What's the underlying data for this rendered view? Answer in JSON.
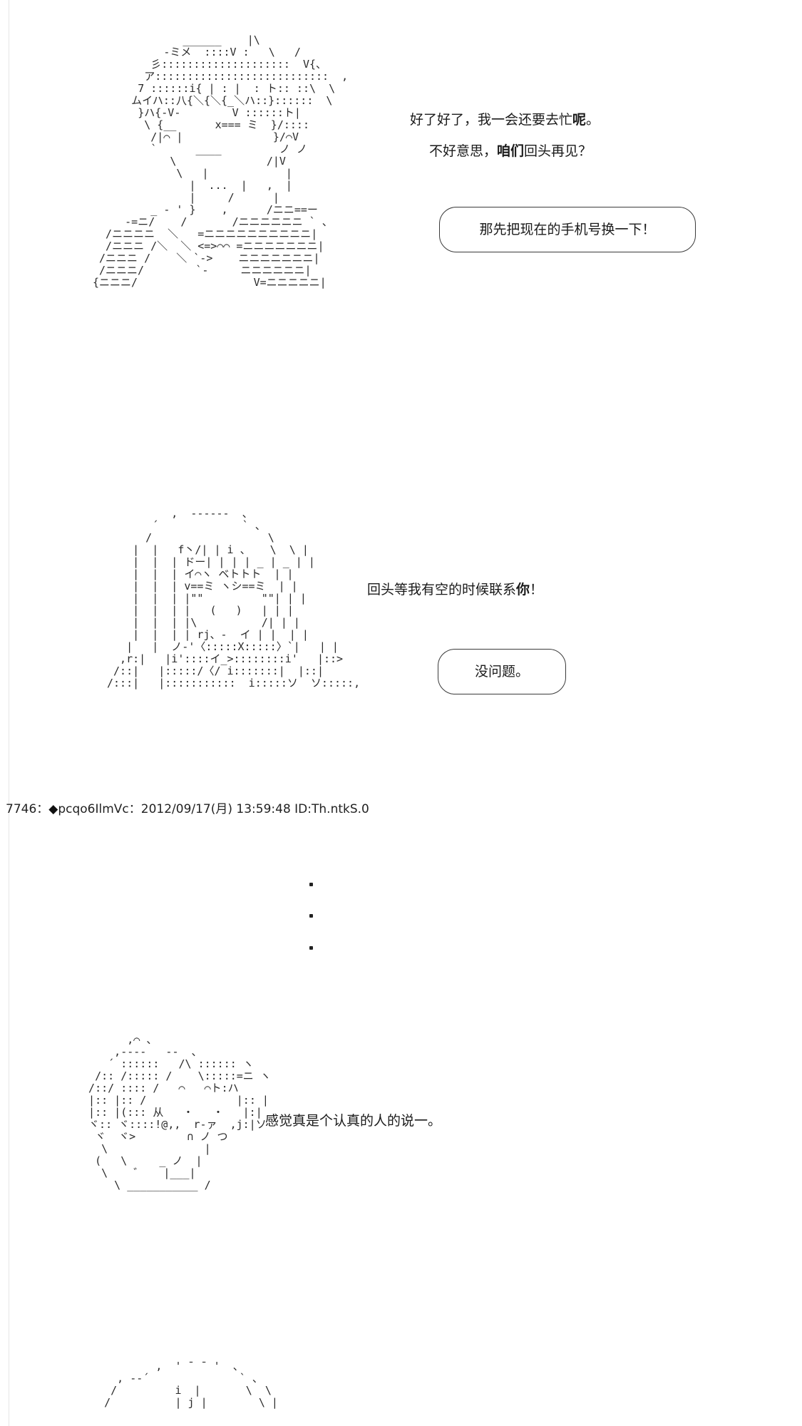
{
  "scene1": {
    "line1_prefix": "好了好了，我一会还要去忙",
    "line1_bold": "呢",
    "line1_suffix": "。",
    "line2_prefix": "不好意思，",
    "line2_bold": "咱们",
    "line2_suffix": "回头再见？",
    "bubble": "那先把现在的手机号换一下！"
  },
  "scene2": {
    "line1_prefix": "回头等我有空的时候联系",
    "line1_bold": "你",
    "line1_suffix": "！",
    "bubble": "没问题。"
  },
  "post": {
    "number": "7746",
    "separator": "：",
    "diamond": "◆",
    "trip": "pcqo6IlmVc",
    "datetime": "：2012/09/17(月) 13:59:48 ID:Th.ntkS.0"
  },
  "scene3": {
    "line1": "感觉真是个认真的人的说一。"
  }
}
